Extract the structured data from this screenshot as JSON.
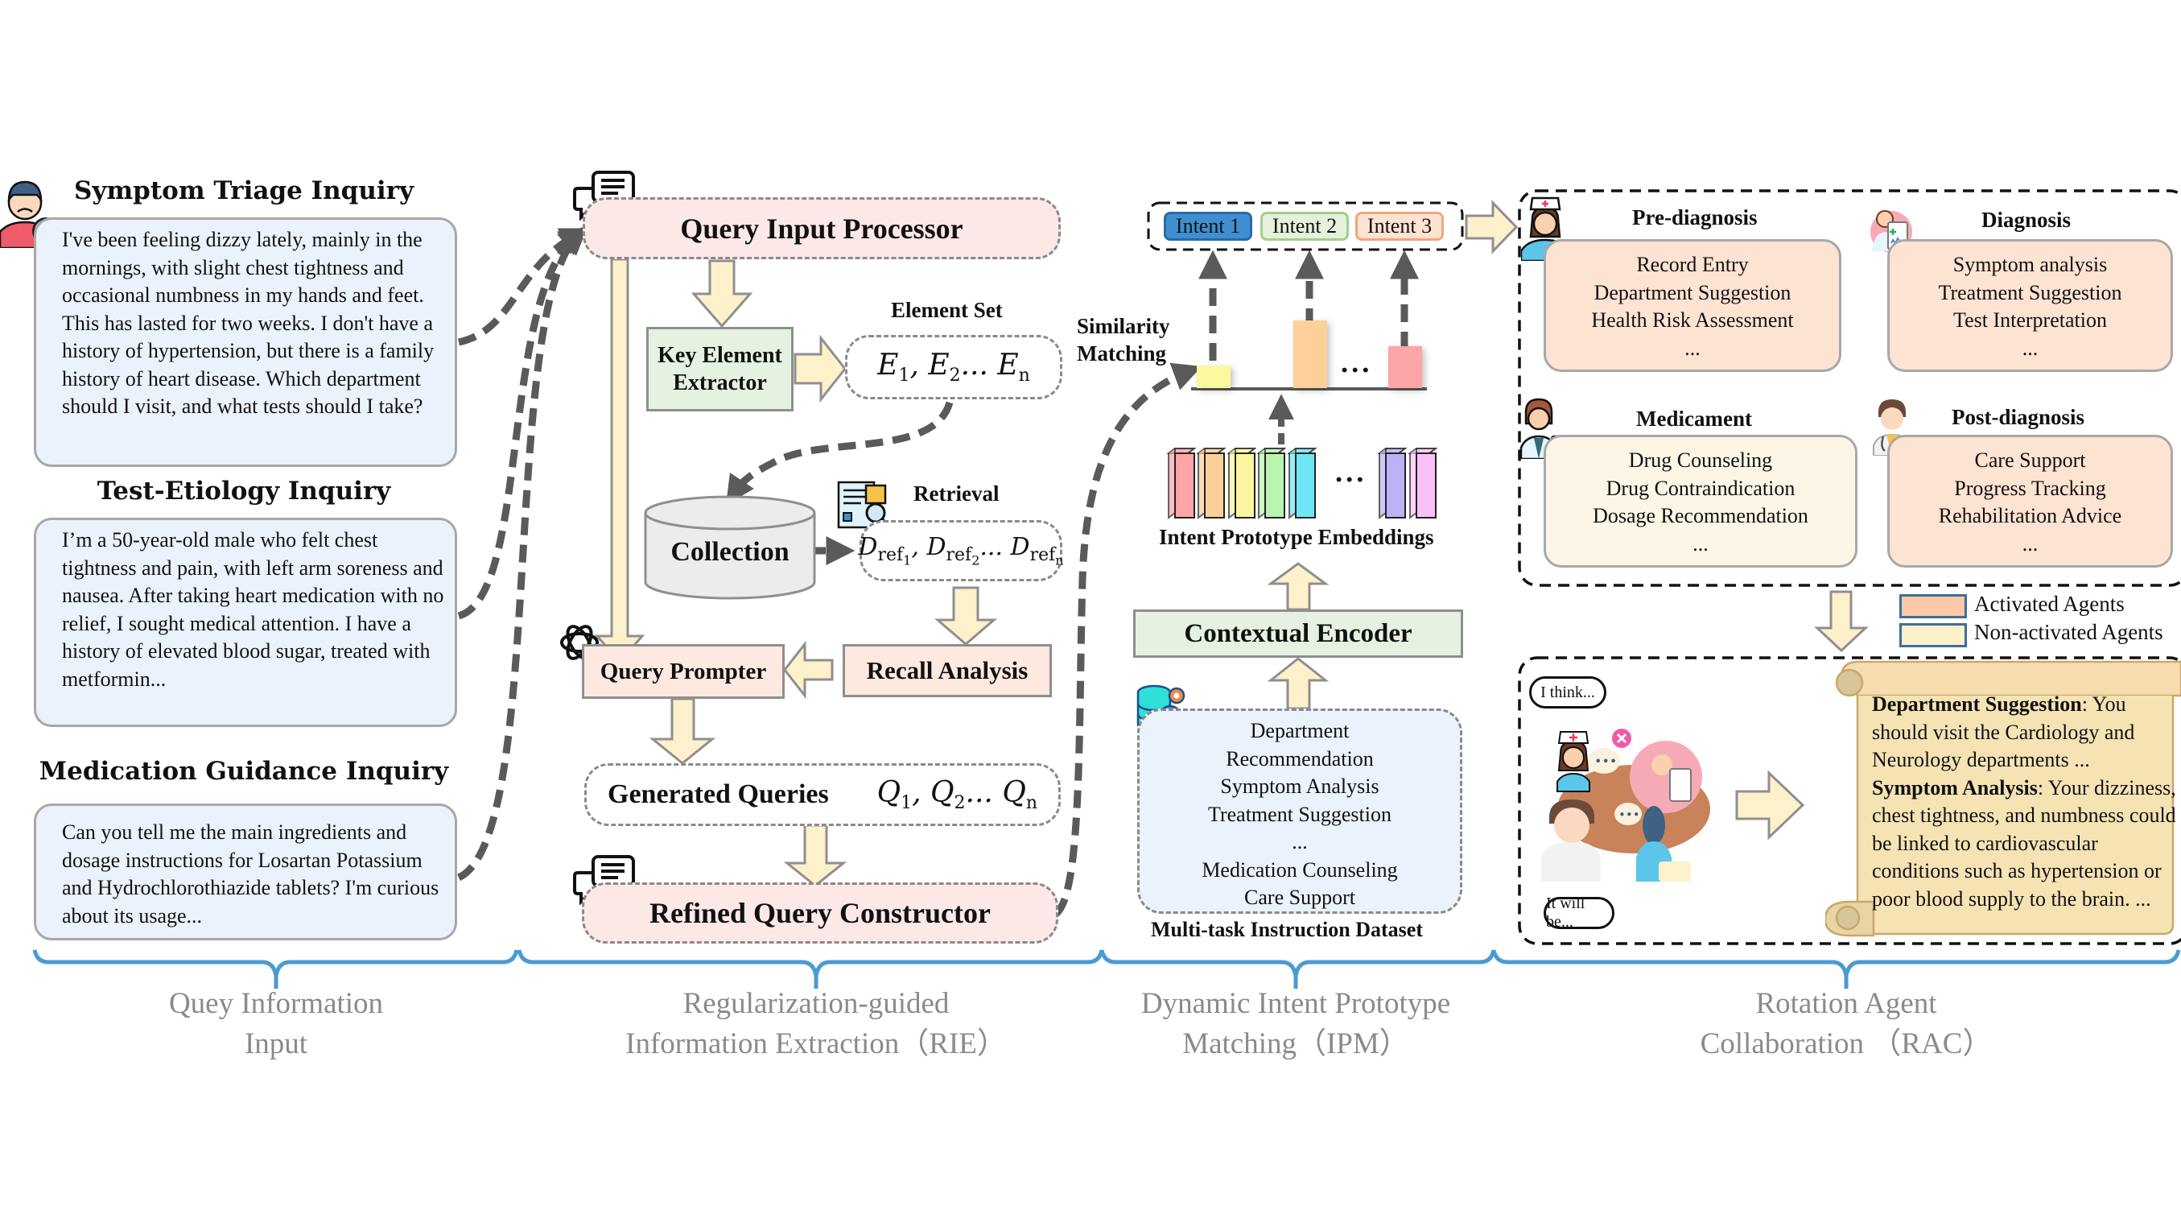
{
  "inquiries": [
    {
      "title": "Symptom Triage Inquiry",
      "text": "I've been feeling dizzy lately, mainly in the mornings, with slight chest tightness and occasional numbness in my hands and feet. This has lasted for two weeks. I don't have a history of hypertension, but there is a family history of heart disease. Which department should I visit, and what tests should I take?"
    },
    {
      "title": "Test-Etiology Inquiry",
      "text": "I’m a 50-year-old male who felt chest tightness and pain, with left arm soreness and nausea. After taking heart medication with no relief, I sought medical attention. I have a history of elevated blood sugar, treated with metformin..."
    },
    {
      "title": "Medication Guidance Inquiry",
      "text": "Can you tell me the main ingredients and dosage instructions for Losartan Potassium and Hydrochlorothiazide tablets? I'm curious about its usage..."
    }
  ],
  "rie": {
    "query_input_processor": "Query Input Processor",
    "key_element_extractor": "Key Element Extractor",
    "element_set_label": "Element Set",
    "element_set_math": {
      "base": "E",
      "subs": [
        "1",
        "2",
        "n"
      ]
    },
    "collection": "Collection",
    "retrieval_label": "Retrieval",
    "retrieval_math": {
      "base": "D",
      "sub": "ref",
      "subsubs": [
        "1",
        "2",
        "n"
      ]
    },
    "recall_analysis": "Recall Analysis",
    "query_prompter": "Query Prompter",
    "generated_queries": "Generated Queries",
    "generated_math": {
      "base": "Q",
      "subs": [
        "1",
        "2",
        "n"
      ]
    },
    "refined_query_constructor": "Refined Query Constructor"
  },
  "ipm": {
    "intents": [
      {
        "label": "Intent 1",
        "fill": "#3f8fd0",
        "border": "#2a6aa3"
      },
      {
        "label": "Intent 2",
        "fill": "#e4f1dc",
        "border": "#9fd08a"
      },
      {
        "label": "Intent 3",
        "fill": "#fde3d2",
        "border": "#f2a57a"
      }
    ],
    "similarity_label": "Similarity Matching",
    "similarity_bars": [
      {
        "color": "#fbf8a0",
        "relative_height": 0.25
      },
      {
        "color": "#fdd09a",
        "relative_height": 0.76
      },
      {
        "color": "#fca6a8",
        "relative_height": 0.47
      }
    ],
    "ellipsis": "...",
    "embeddings_label": "Intent Prototype Embeddings",
    "embedding_colors": [
      "#fca6a8",
      "#fdcf9a",
      "#fbf7a0",
      "#b8f5b0",
      "#6fe6f5",
      "#bcb2f5",
      "#f9c2f7"
    ],
    "contextual_encoder": "Contextual Encoder",
    "dataset_items": [
      "Department",
      "Recommendation",
      "Symptom Analysis",
      "Treatment Suggestion",
      "...",
      "Medication Counseling",
      "Care Support"
    ],
    "dataset_label": "Multi-task Instruction Dataset"
  },
  "rac": {
    "agents": [
      {
        "title": "Pre-diagnosis",
        "items": [
          "Record Entry",
          "Department Suggestion",
          "Health Risk Assessment",
          "..."
        ],
        "state": "activated"
      },
      {
        "title": "Diagnosis",
        "items": [
          "Symptom analysis",
          "Treatment Suggestion",
          "Test Interpretation",
          "..."
        ],
        "state": "activated"
      },
      {
        "title": "Medicament",
        "items": [
          "Drug Counseling",
          "Drug Contraindication",
          "Dosage Recommendation",
          "..."
        ],
        "state": "non-activated"
      },
      {
        "title": "Post-diagnosis",
        "items": [
          "Care Support",
          "Progress Tracking",
          "Rehabilitation Advice",
          "..."
        ],
        "state": "activated"
      }
    ],
    "legend": [
      {
        "label": "Activated Agents",
        "color": "#fcc9a8"
      },
      {
        "label": "Non-activated Agents",
        "color": "#fdf1cc"
      }
    ],
    "bubble_top": "I think...",
    "bubble_bottom": "It will be...",
    "scroll": {
      "dept_key": "Department Suggestion",
      "dept_text": ": You should visit the Cardiology and Neurology departments ...",
      "symptom_key": "Symptom Analysis",
      "symptom_text": ": Your dizziness, chest tightness, and numbness could be linked to cardiovascular conditions such as hypertension or poor blood supply to the brain. ..."
    }
  },
  "stages": [
    {
      "line1": "Quey Information",
      "line2": "Input"
    },
    {
      "line1": "Regularization-guided",
      "line2": "Information Extraction（RIE）"
    },
    {
      "line1": "Dynamic Intent Prototype",
      "line2": "Matching（IPM）"
    },
    {
      "line1": "Rotation Agent",
      "line2": "Collaboration （RAC）"
    }
  ],
  "colors": {
    "brace": "#4a9ad4",
    "arrow_fill": "#fdf1cc",
    "arrow_stroke": "#8f8f8f",
    "dashed_flow": "#5a5a5a"
  }
}
